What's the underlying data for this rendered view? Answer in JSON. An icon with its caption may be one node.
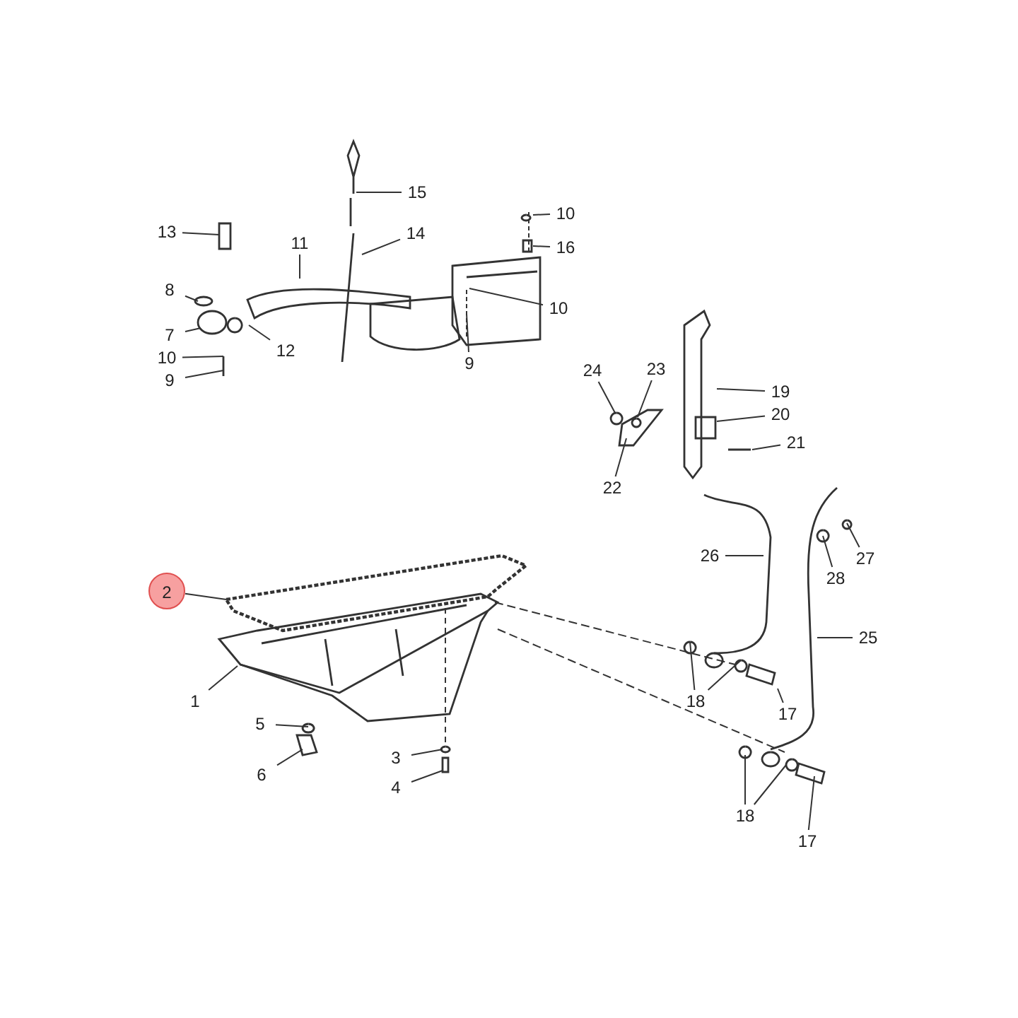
{
  "diagram": {
    "nodes": [
      {
        "text": [
          "15"
        ]
      },
      {
        "text": [
          "10"
        ]
      },
      {
        "text": [
          "13"
        ]
      },
      {
        "text": [
          "14"
        ]
      },
      {
        "text": [
          "16"
        ]
      },
      {
        "text": [
          "11"
        ]
      },
      {
        "text": [
          "8"
        ]
      },
      {
        "text": [
          "10"
        ]
      },
      {
        "text": [
          "7"
        ]
      },
      {
        "text": [
          "12"
        ]
      },
      {
        "text": [
          "10"
        ]
      },
      {
        "text": [
          "9"
        ]
      },
      {
        "text": [
          "23"
        ]
      },
      {
        "text": [
          "24"
        ]
      },
      {
        "text": [
          "9"
        ]
      },
      {
        "text": [
          "19"
        ]
      },
      {
        "text": [
          "20"
        ]
      },
      {
        "text": [
          "21"
        ]
      },
      {
        "text": [
          "22"
        ]
      },
      {
        "text": [
          "26"
        ]
      },
      {
        "text": [
          "27"
        ]
      },
      {
        "text": [
          "28"
        ]
      },
      {
        "text": [
          "2"
        ]
      },
      {
        "text": [
          "25"
        ]
      },
      {
        "text": [
          "1"
        ]
      },
      {
        "text": [
          "18"
        ]
      },
      {
        "text": [
          "5"
        ]
      },
      {
        "text": [
          "17"
        ]
      },
      {
        "text": [
          "3"
        ]
      },
      {
        "text": [
          "6"
        ]
      },
      {
        "text": [
          "4"
        ]
      },
      {
        "text": [
          "18"
        ]
      },
      {
        "text": [
          "17"
        ]
      }
    ],
    "edges": [
      {
        "from": 0,
        "to": null,
        "arrow": "none"
      },
      {
        "from": 1,
        "to": null,
        "arrow": "none"
      },
      {
        "from": 2,
        "to": null,
        "arrow": "none"
      },
      {
        "from": 3,
        "to": null,
        "arrow": "none"
      },
      {
        "from": 4,
        "to": null,
        "arrow": "none"
      },
      {
        "from": 5,
        "to": null,
        "arrow": "none"
      },
      {
        "from": 6,
        "to": null,
        "arrow": "none"
      },
      {
        "from": 7,
        "to": null,
        "arrow": "none"
      },
      {
        "from": 8,
        "to": null,
        "arrow": "none"
      },
      {
        "from": 9,
        "to": null,
        "arrow": "none"
      },
      {
        "from": 10,
        "to": null,
        "arrow": "none"
      },
      {
        "from": 11,
        "to": null,
        "arrow": "none"
      },
      {
        "from": 12,
        "to": null,
        "arrow": "none"
      },
      {
        "from": 13,
        "to": null,
        "arrow": "none"
      },
      {
        "from": 14,
        "to": null,
        "arrow": "none"
      },
      {
        "from": 15,
        "to": null,
        "arrow": "none"
      },
      {
        "from": 16,
        "to": null,
        "arrow": "none"
      },
      {
        "from": 17,
        "to": null,
        "arrow": "none"
      },
      {
        "from": 18,
        "to": null,
        "arrow": "none"
      },
      {
        "from": 19,
        "to": null,
        "arrow": "none"
      },
      {
        "from": 20,
        "to": null,
        "arrow": "none"
      },
      {
        "from": 21,
        "to": null,
        "arrow": "none"
      },
      {
        "from": 22,
        "to": null,
        "arrow": "none"
      },
      {
        "from": 23,
        "to": null,
        "arrow": "none"
      },
      {
        "from": 24,
        "to": null,
        "arrow": "none"
      },
      {
        "from": 25,
        "to": null,
        "arrow": "none"
      },
      {
        "from": 25,
        "to": null,
        "arrow": "none"
      },
      {
        "from": 26,
        "to": null,
        "arrow": "none"
      },
      {
        "from": 27,
        "to": null,
        "arrow": "none"
      },
      {
        "from": 28,
        "to": null,
        "arrow": "none"
      },
      {
        "from": 29,
        "to": null,
        "arrow": "none"
      },
      {
        "from": 30,
        "to": null,
        "arrow": "none"
      },
      {
        "from": 31,
        "to": null,
        "arrow": "none"
      },
      {
        "from": 31,
        "to": null,
        "arrow": "none"
      },
      {
        "from": 32,
        "to": null,
        "arrow": "none"
      }
    ]
  }
}
